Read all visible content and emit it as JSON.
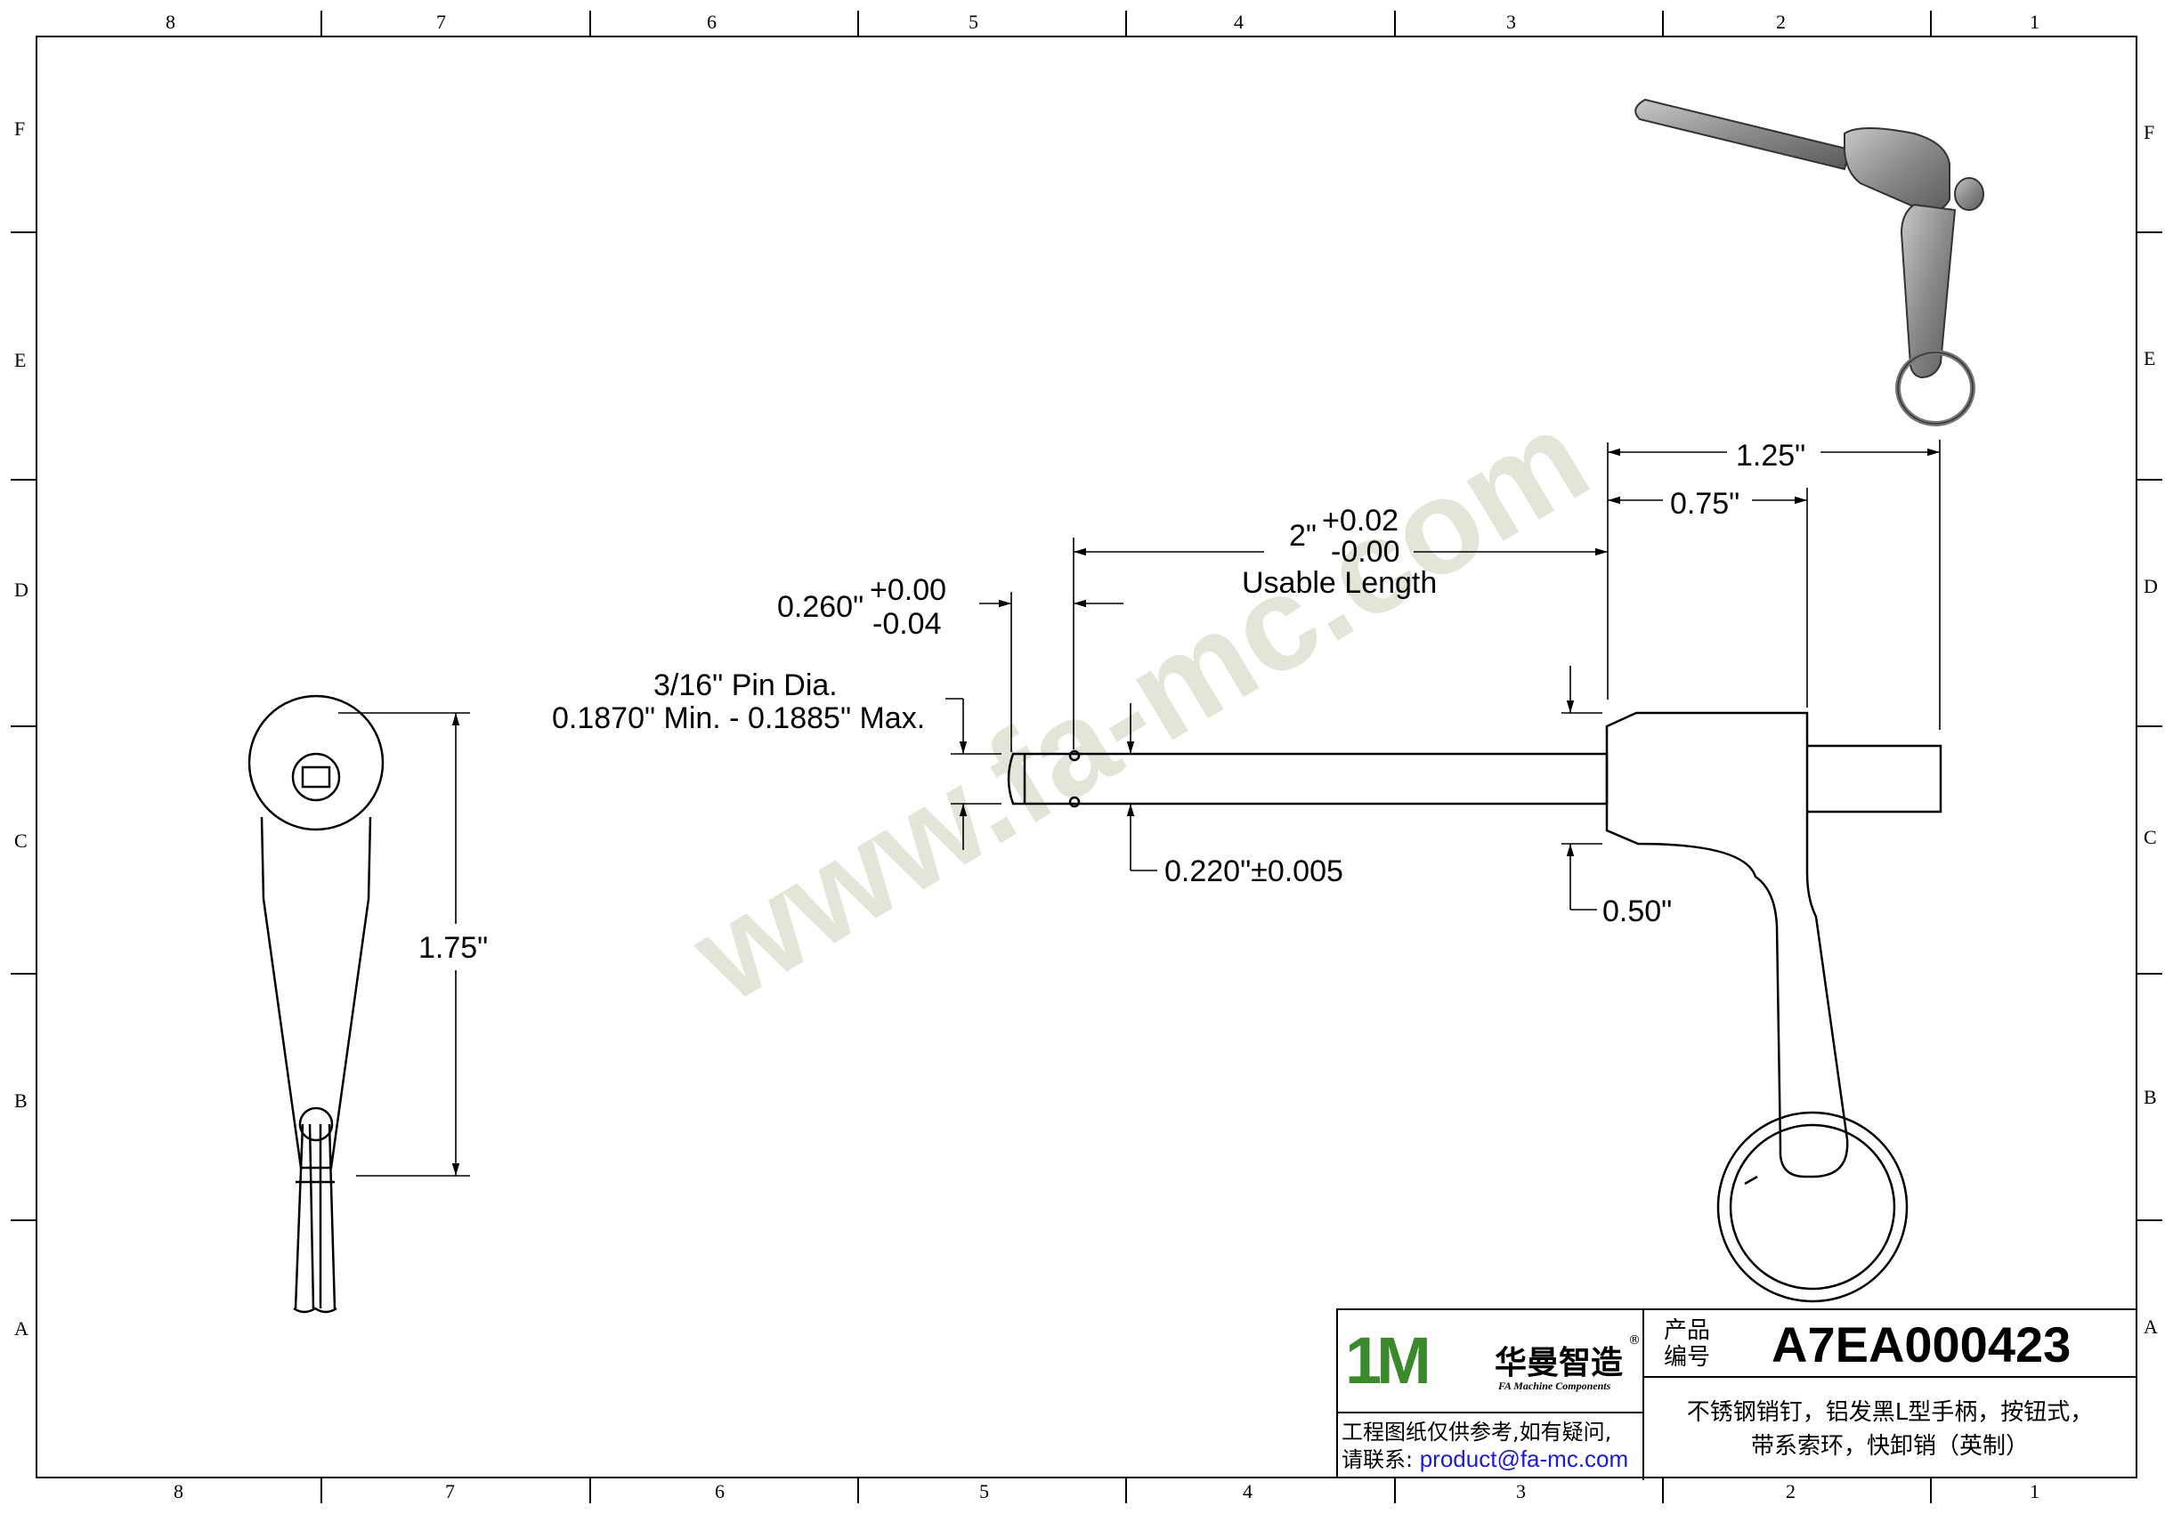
{
  "border": {
    "columns_top": [
      "8",
      "7",
      "6",
      "5",
      "4",
      "3",
      "2",
      "1"
    ],
    "columns_bottom": [
      "8",
      "7",
      "6",
      "5",
      "4",
      "3",
      "2",
      "1"
    ],
    "rows": [
      "F",
      "E",
      "D",
      "C",
      "B",
      "A"
    ]
  },
  "watermark": "www.fa-mc.com",
  "dimensions": {
    "overall_length": "1.75\"",
    "pin_dia_line1": "3/16\" Pin Dia.",
    "pin_dia_line2": "0.1870\" Min. - 0.1885\" Max.",
    "tip_value": "0.260\"",
    "tip_tol_plus": "+0.00",
    "tip_tol_minus": "-0.04",
    "usable_value": "2\"",
    "usable_tol_plus": "+0.02",
    "usable_tol_minus": "-0.00",
    "usable_label": "Usable Length",
    "groove_dia": "0.220\"±0.005",
    "handle_width": "0.50\"",
    "handle_offset": "0.75\"",
    "handle_total": "1.25\""
  },
  "title_block": {
    "logo_mark": "1M",
    "brand_cn": "华曼智造",
    "brand_reg": "®",
    "brand_en": "FA Machine Components",
    "note_line1": "工程图纸仅供参考,如有疑问,",
    "note_line2_prefix": "请联系: ",
    "email": "product@fa-mc.com",
    "code_label_1": "产品",
    "code_label_2": "编号",
    "product_code": "A7EA000423",
    "desc_line1": "不锈钢销钉，铝发黑L型手柄，按钮式，",
    "desc_line2": "带系索环，快卸销（英制）"
  }
}
